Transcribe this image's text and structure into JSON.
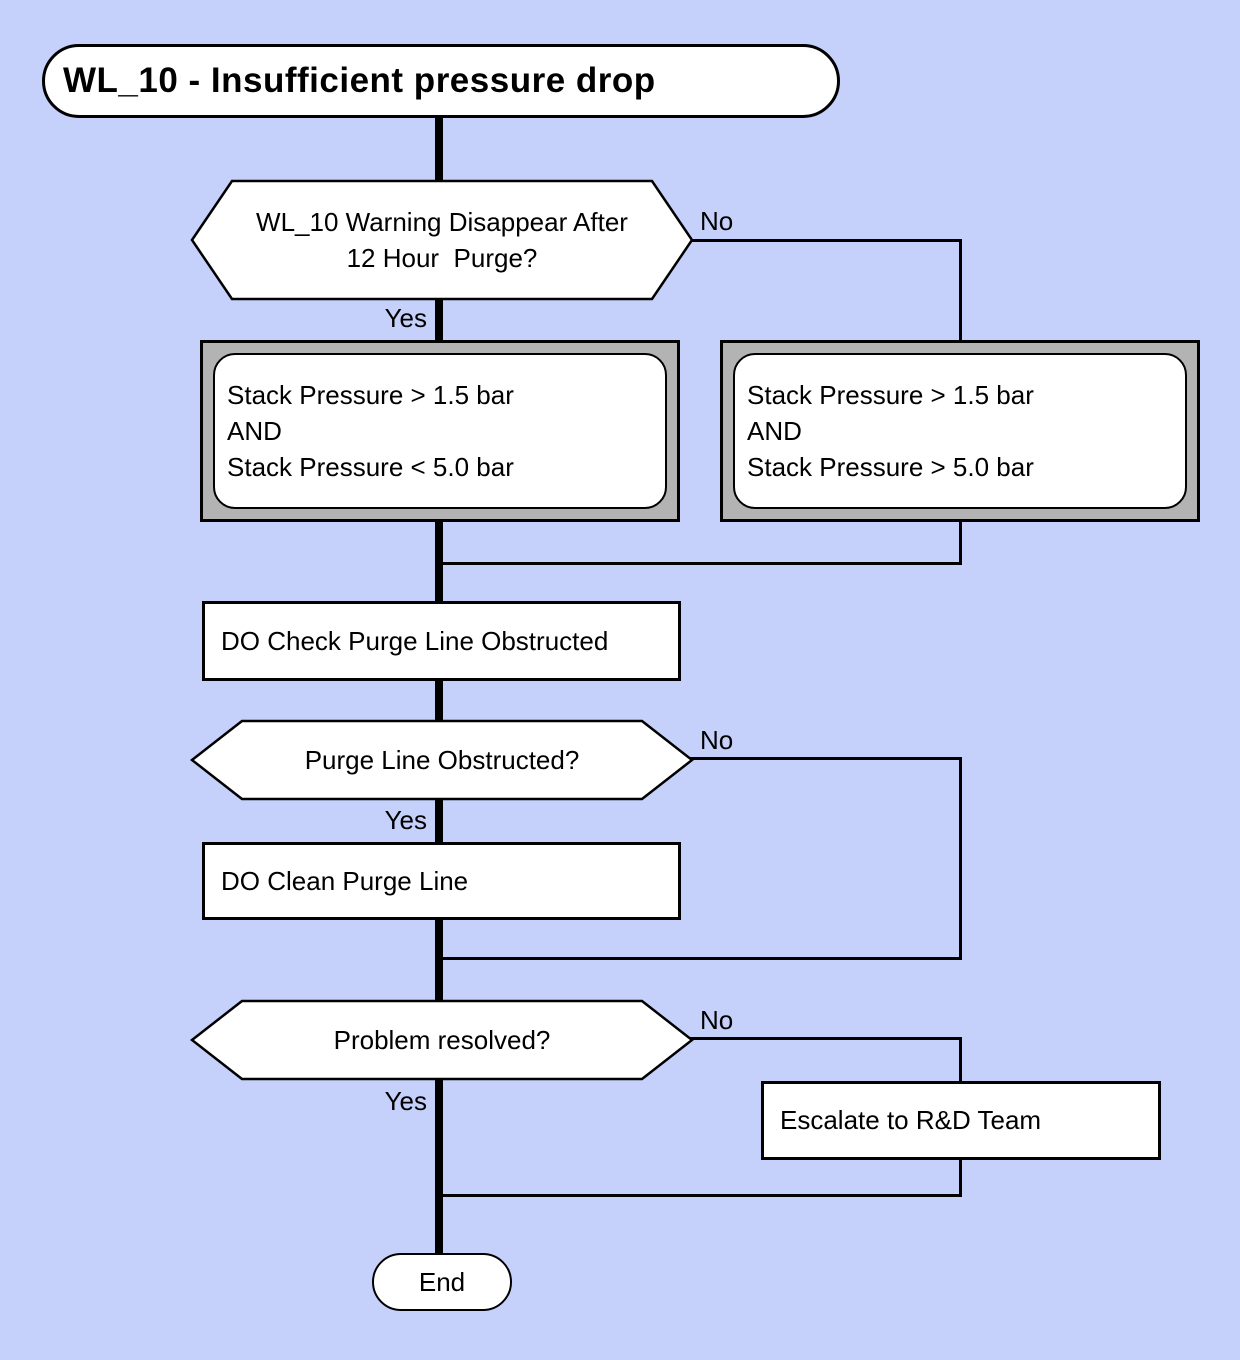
{
  "colors": {
    "background": "#c5d1fa",
    "shape_fill": "#ffffff",
    "frame_fill": "#b3b3b3",
    "line": "#000000"
  },
  "title": "WL_10 - Insufficient pressure drop",
  "decision1": {
    "line1": "WL_10 Warning Disappear After",
    "line2": "12 Hour  Purge?"
  },
  "condition_left": {
    "lines": [
      "Stack Pressure > 1.5 bar",
      "AND",
      "Stack Pressure < 5.0 bar"
    ]
  },
  "condition_right": {
    "lines": [
      "Stack Pressure > 1.5 bar",
      "AND",
      "Stack Pressure > 5.0 bar"
    ]
  },
  "process_check": "DO Check Purge Line Obstructed",
  "decision2": "Purge Line Obstructed?",
  "process_clean": "DO Clean Purge Line",
  "decision3": "Problem resolved?",
  "process_escalate": "Escalate to R&D Team",
  "terminator_end": "End",
  "labels": {
    "yes1": "Yes",
    "no1": "No",
    "yes2": "Yes",
    "no2": "No",
    "yes3": "Yes",
    "no3": "No"
  }
}
